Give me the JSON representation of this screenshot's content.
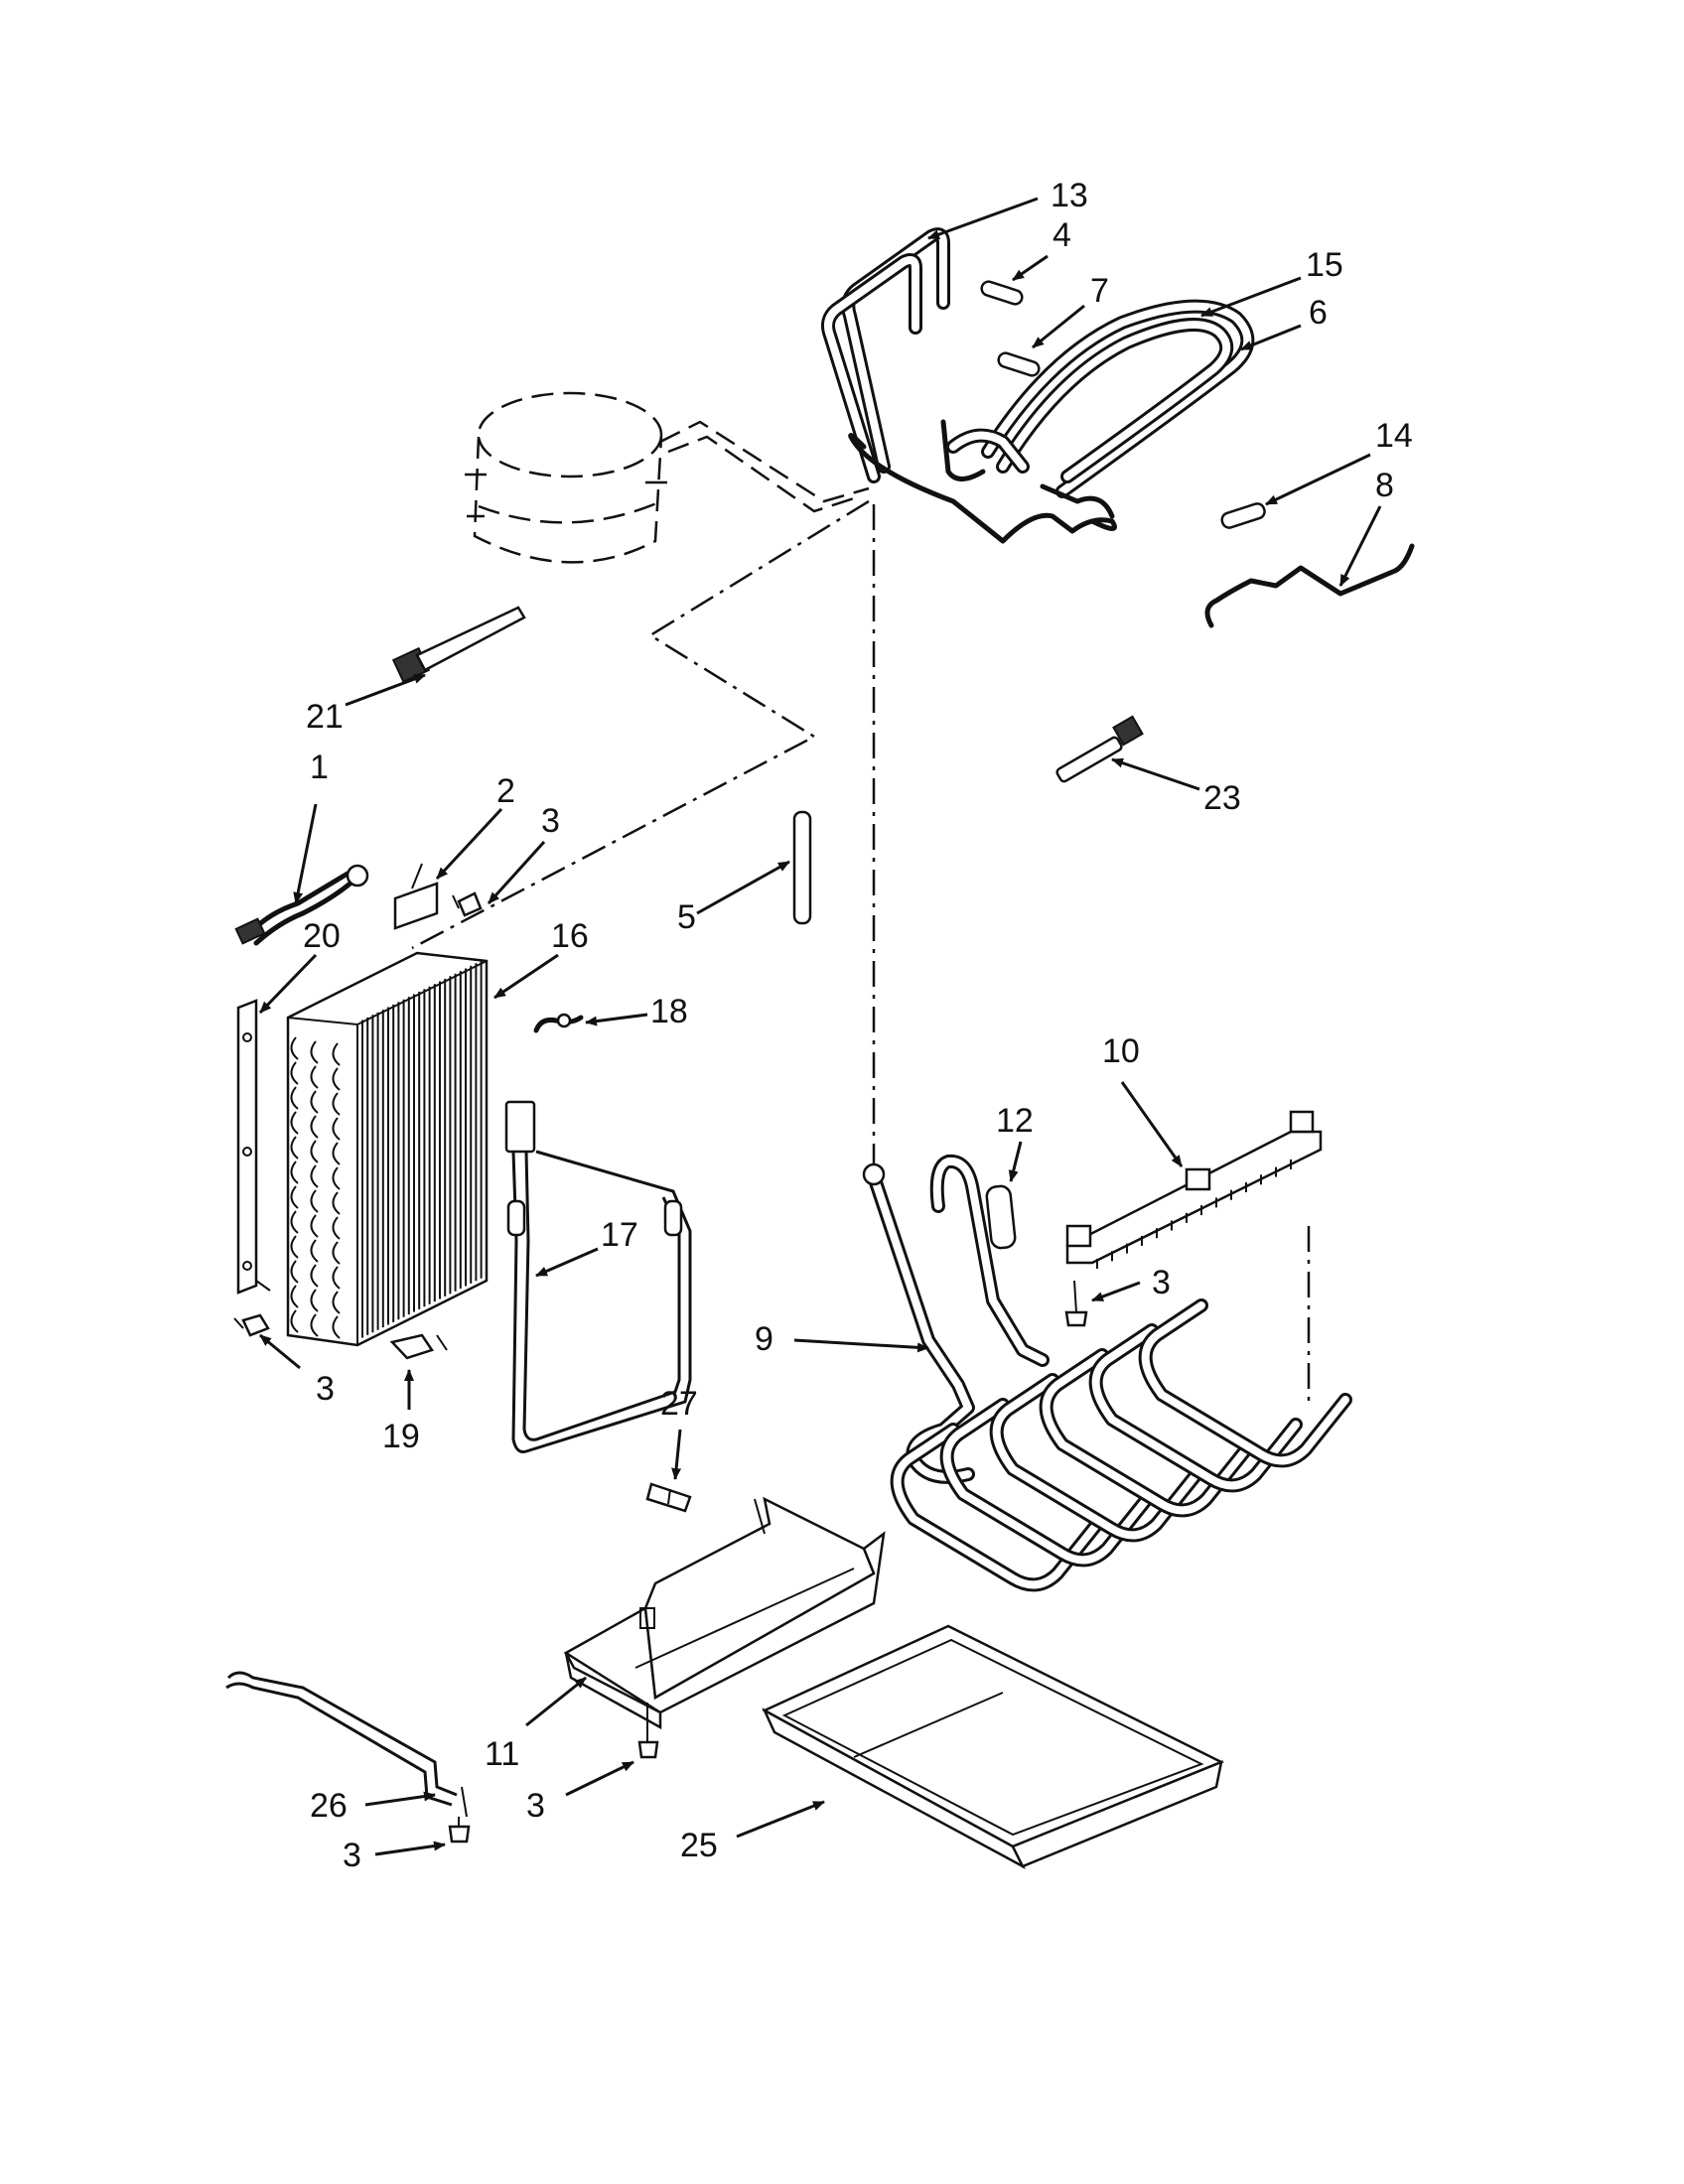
{
  "diagram": {
    "callouts": [
      {
        "id": "c13",
        "label": "13"
      },
      {
        "id": "c4",
        "label": "4"
      },
      {
        "id": "c15",
        "label": "15"
      },
      {
        "id": "c7",
        "label": "7"
      },
      {
        "id": "c6",
        "label": "6"
      },
      {
        "id": "c14",
        "label": "14"
      },
      {
        "id": "c8",
        "label": "8"
      },
      {
        "id": "c21",
        "label": "21"
      },
      {
        "id": "c23",
        "label": "23"
      },
      {
        "id": "c1",
        "label": "1"
      },
      {
        "id": "c2",
        "label": "2"
      },
      {
        "id": "c3a",
        "label": "3"
      },
      {
        "id": "c5",
        "label": "5"
      },
      {
        "id": "c20",
        "label": "20"
      },
      {
        "id": "c16",
        "label": "16"
      },
      {
        "id": "c18",
        "label": "18"
      },
      {
        "id": "c10",
        "label": "10"
      },
      {
        "id": "c12",
        "label": "12"
      },
      {
        "id": "c17",
        "label": "17"
      },
      {
        "id": "c3b",
        "label": "3"
      },
      {
        "id": "c9",
        "label": "9"
      },
      {
        "id": "c3c",
        "label": "3"
      },
      {
        "id": "c19",
        "label": "19"
      },
      {
        "id": "c27",
        "label": "27"
      },
      {
        "id": "c11",
        "label": "11"
      },
      {
        "id": "c3d",
        "label": "3"
      },
      {
        "id": "c26",
        "label": "26"
      },
      {
        "id": "c3e",
        "label": "3"
      },
      {
        "id": "c25",
        "label": "25"
      }
    ]
  }
}
